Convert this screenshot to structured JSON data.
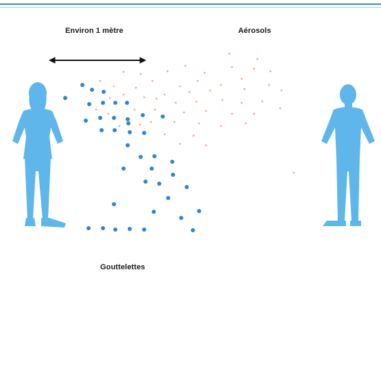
{
  "labels": {
    "distance": "Environ 1 mètre",
    "aerosols": "Aérosols",
    "droplets": "Gouttelettes"
  },
  "colors": {
    "person": "#5eb6ea",
    "droplet": "#2f86cf",
    "aerosol": "#f0a99a",
    "arrow": "#111111",
    "top_rule": "#3a8ad8"
  },
  "icons": [
    "woman-silhouette-icon",
    "man-silhouette-icon",
    "double-arrow-icon"
  ]
}
